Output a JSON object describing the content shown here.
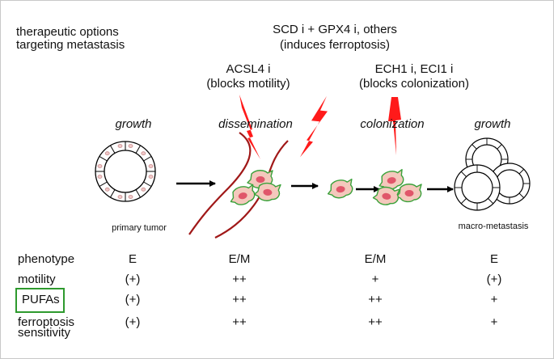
{
  "header": {
    "options_line1": "therapeutic options",
    "options_line2": "targeting metastasis"
  },
  "inhibitors": {
    "center_line1": "SCD i + GPX4 i, others",
    "center_line2": "(induces ferroptosis)",
    "left_line1": "ACSL4 i",
    "left_line2": "(blocks motility)",
    "right_line1": "ECH1 i, ECI1 i",
    "right_line2": "(blocks colonization)"
  },
  "stages": [
    "growth",
    "dissemination",
    "colonization",
    "growth"
  ],
  "captions": {
    "primary": "primary tumor",
    "macro": "macro-metastasis"
  },
  "table": {
    "rows": [
      {
        "label": "phenotype",
        "values": [
          "E",
          "E/M",
          "E/M",
          "E"
        ]
      },
      {
        "label": "motility",
        "values": [
          "(+)",
          "++",
          "+",
          "(+)"
        ]
      },
      {
        "label": "PUFAs",
        "values": [
          "(+)",
          "++",
          "++",
          "+"
        ]
      },
      {
        "label_line1": "ferroptosis",
        "label_line2": "sensitivity",
        "values": [
          "(+)",
          "++",
          "++",
          "+"
        ]
      }
    ]
  },
  "colors": {
    "lightning": "#ff1a1a",
    "cell_fill": "#f4c8bc",
    "cell_outline": "#3aa23a",
    "nucleus": "#e0566a",
    "vessel": "#a01818",
    "pufa_box": "#2e9a2e"
  }
}
